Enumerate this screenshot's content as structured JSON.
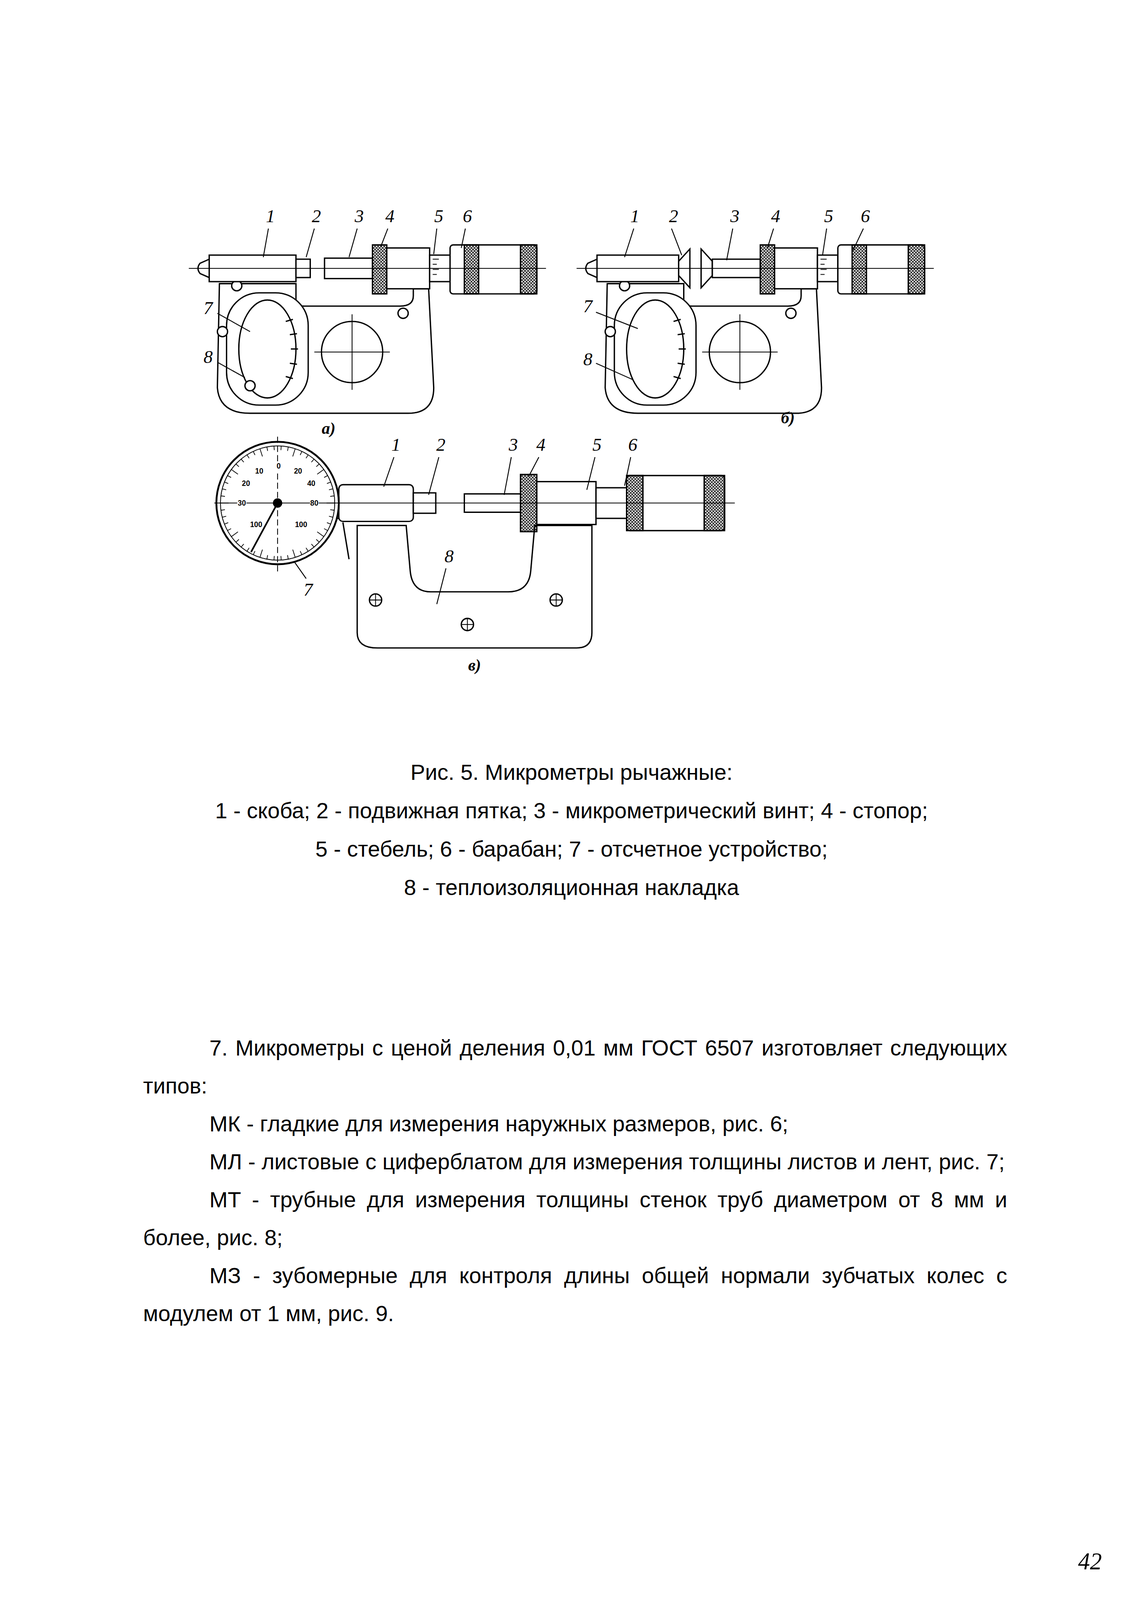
{
  "diagram": {
    "caption": "Рис. 5. Микрометры рычажные:",
    "labels": [
      "1",
      "2",
      "3",
      "4",
      "5",
      "6",
      "7",
      "8",
      "а)",
      "1",
      "2",
      "3",
      "4",
      "5",
      "6",
      "7",
      "8",
      "б)",
      "0",
      "10",
      "20",
      "30",
      "100",
      "20",
      "40",
      "80",
      "100",
      "1",
      "2",
      "3",
      "4",
      "5",
      "6",
      "8",
      "7",
      "в)",
      "1 - скоба; 2 - подвижная пятка; 3 - микрометрический винт; 4 - стопор;",
      "5 - стебель; 6 - барабан; 7 - отсчетное устройство;",
      "8 - теплоизоляционная накладка",
      "7. Микрометры с ценой деления 0,01 мм ГОСТ 6507 изготовляет следующих типов:",
      "МК - гладкие для измерения наружных размеров, рис. 6;",
      "МЛ - листовые с циферблатом для измерения толщины листов и лент, рис. 7;",
      "МТ - трубные для измерения толщины стенок труб диаметром от 8 мм и более, рис. 8;",
      "МЗ - зубомерные для контроля длины общей нормали зубчатых колес с модулем от 1 мм, рис. 9.",
      "42"
    ]
  }
}
